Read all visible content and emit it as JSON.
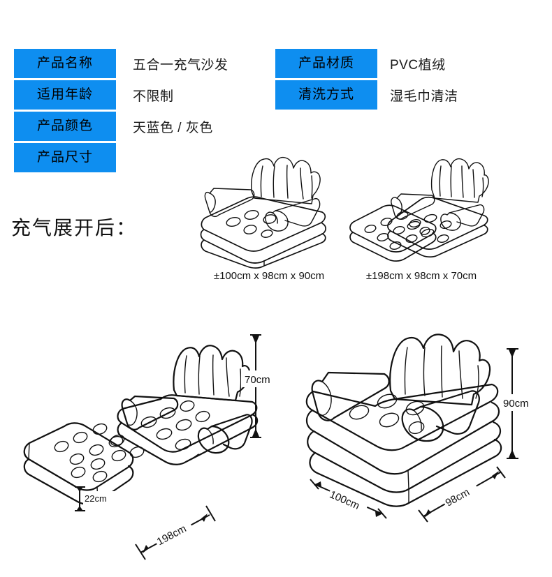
{
  "spec_left": {
    "rows": [
      {
        "label": "产品名称",
        "value": "五合一充气沙发"
      },
      {
        "label": "适用年龄",
        "value": "不限制"
      },
      {
        "label": "产品颜色",
        "value": "天蓝色 / 灰色"
      },
      {
        "label": "产品尺寸",
        "value": ""
      }
    ]
  },
  "spec_right": {
    "rows": [
      {
        "label": "产品材质",
        "value": "PVC植绒"
      },
      {
        "label": "清洗方式",
        "value": "湿毛巾清洁"
      }
    ]
  },
  "section": {
    "heading": "充气展开后："
  },
  "thumbnails": [
    {
      "name": "armchair-mode",
      "caption": "±100cm x 98cm x 90cm"
    },
    {
      "name": "bed-mode",
      "caption": "±198cm x 98cm x 70cm"
    }
  ],
  "diagrams": [
    {
      "name": "bed-mode-dimensions",
      "dimensions": {
        "height": "70cm",
        "length": "198cm",
        "thickness": "22cm"
      }
    },
    {
      "name": "armchair-mode-dimensions",
      "dimensions": {
        "height": "90cm",
        "depth": "100cm",
        "width": "98cm"
      }
    }
  ],
  "colors": {
    "label_blue": "#0e8ef0",
    "line_black": "#111111",
    "background": "#ffffff"
  }
}
